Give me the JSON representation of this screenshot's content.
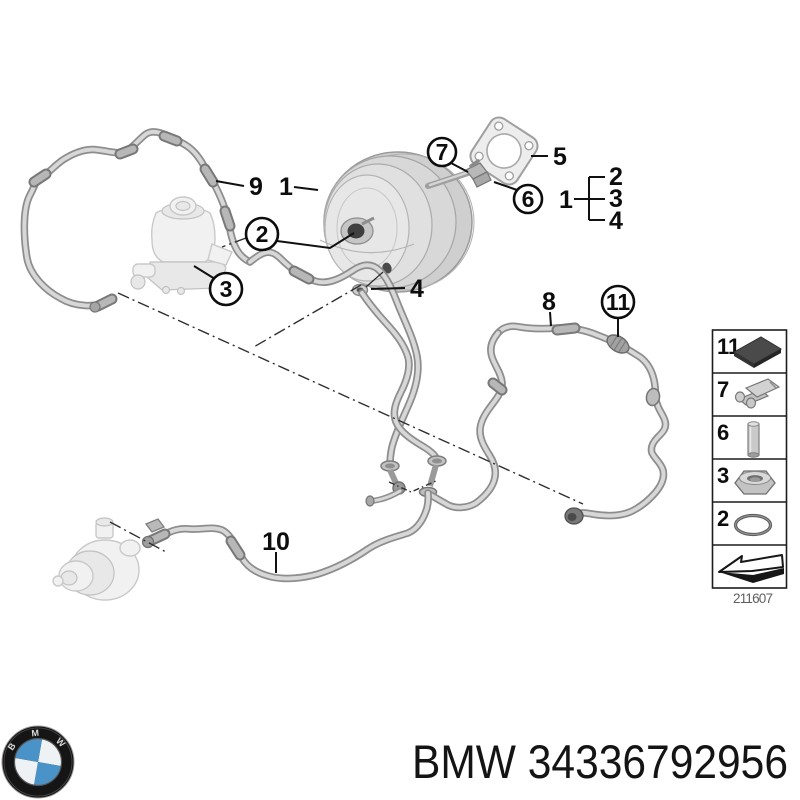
{
  "diagram": {
    "labels": {
      "part9": "9",
      "part1": "1",
      "part5": "5",
      "part4": "4",
      "part8": "8",
      "part10": "10"
    },
    "bracket": {
      "parent": "1",
      "child_top": "2",
      "child_mid": "3",
      "child_bottom": "4"
    },
    "callouts": {
      "c7": "7",
      "c6": "6",
      "c2": "2",
      "c3": "3",
      "c11": "11"
    },
    "legend": {
      "items": [
        {
          "num": "11",
          "icon": "seal-pad-icon"
        },
        {
          "num": "7",
          "icon": "clamp-icon"
        },
        {
          "num": "6",
          "icon": "pin-icon"
        },
        {
          "num": "3",
          "icon": "nut-icon"
        },
        {
          "num": "2",
          "icon": "o-ring-icon"
        },
        {
          "num": "",
          "icon": "direction-arrow-icon"
        }
      ]
    },
    "drawing_number": "211607"
  },
  "footer": {
    "part_text": "BMW 34336792956",
    "logo_letters": [
      "B",
      "M",
      "W"
    ]
  },
  "colors": {
    "pipe_gray": "#8d8d8d",
    "pipe_highlight": "#d7d7d7",
    "ghost_gray": "#e8e8e8",
    "callout_black": "#0d0d0d",
    "drawing_number_gray": "#5f5f5f",
    "bmw_blue": "#4a93c9",
    "background": "#ffffff"
  }
}
